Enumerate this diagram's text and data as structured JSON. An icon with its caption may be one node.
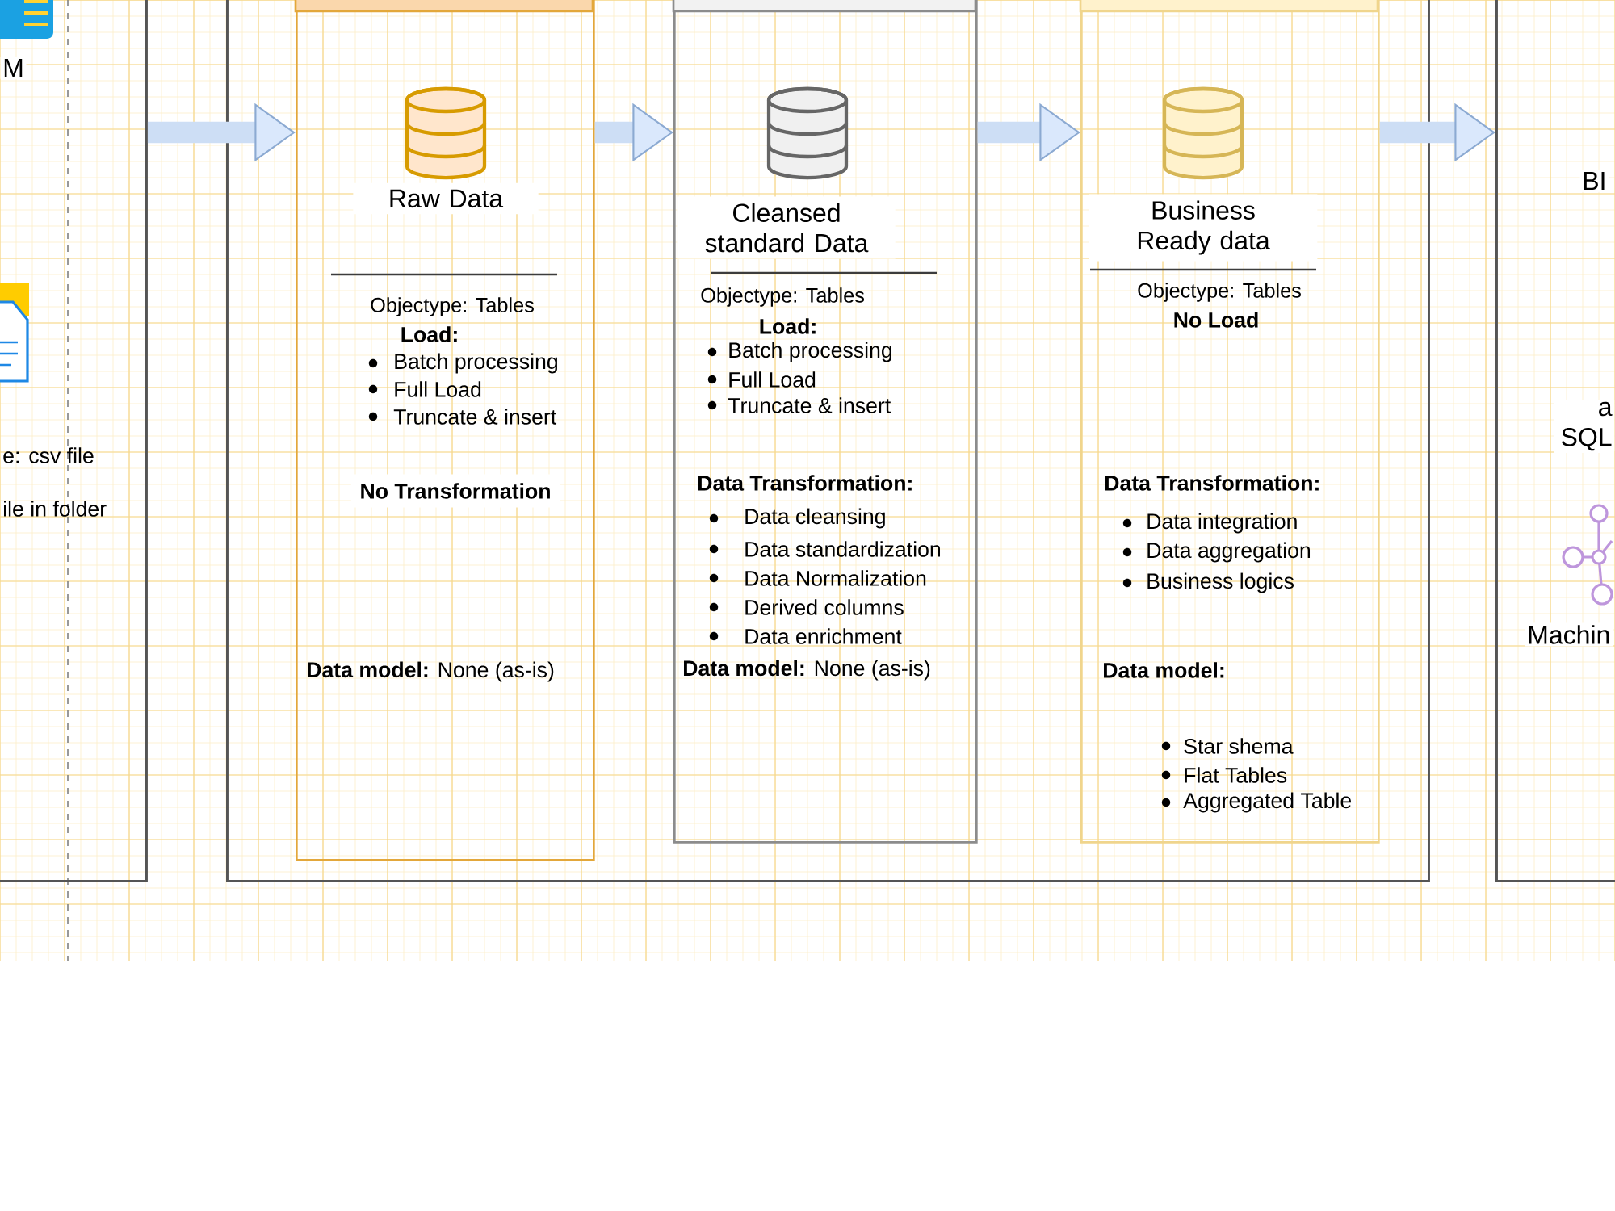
{
  "diagram": {
    "nodes": [
      {
        "text": [],
        "shape": "box"
      },
      {
        "text": [
          "M"
        ],
        "in": 0
      },
      {
        "text": [
          "e: csv file",
          "ile in folder"
        ],
        "in": 0
      },
      {
        "text": [],
        "shape": "box"
      },
      {
        "text": [
          "Raw Data",
          "Objectype: Tables",
          "Load:",
          "Batch processing",
          "Full Load",
          "Truncate & insert",
          "No Transformation",
          "**Data model:** None (as-is)"
        ],
        "in": 3
      },
      {
        "text": [
          "Cleansed standard Data",
          "Objectype: Tables",
          "Load:",
          "Batch processing",
          "Full Load",
          "Truncate & insert",
          "Data Transformation:",
          "Data cleansing",
          "Data standardization",
          "Data Normalization",
          "Derived columns",
          "Data enrichment",
          "**Data model:** None (as-is)"
        ],
        "in": 3
      },
      {
        "text": [
          "Business Ready data",
          "Objectype: Tables",
          "No Load",
          "Data Transformation:",
          "Data integration",
          "Data aggregation",
          "Business logics",
          "Data model:",
          "Star shema",
          "Flat Tables",
          "Aggregated Table"
        ],
        "in": 3
      },
      {
        "text": [],
        "shape": "box"
      },
      {
        "text": [
          "BI"
        ],
        "in": 7
      },
      {
        "text": [
          "a SQL"
        ],
        "in": 7
      },
      {
        "text": [
          "Machin"
        ],
        "in": 7
      }
    ],
    "edges": [
      {
        "from": 0,
        "to": 4,
        "arrow": "to"
      },
      {
        "from": 4,
        "to": 5,
        "arrow": "to"
      },
      {
        "from": 5,
        "to": 6,
        "arrow": "to"
      },
      {
        "from": 6,
        "to": 7,
        "arrow": "to"
      }
    ]
  }
}
